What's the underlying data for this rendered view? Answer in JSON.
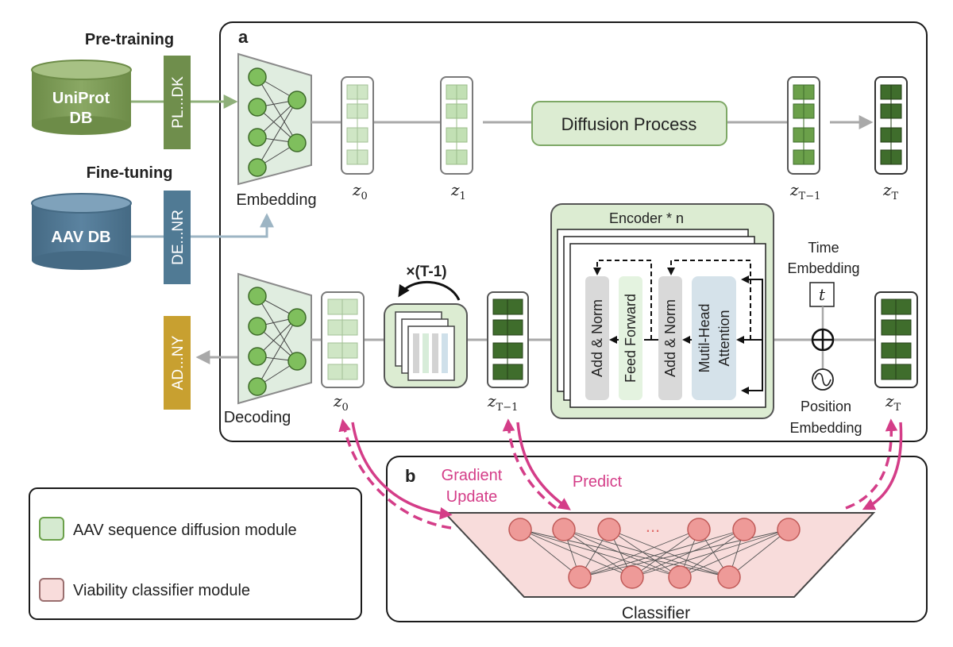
{
  "panel_a_label": "a",
  "panel_b_label": "b",
  "pretraining_label": "Pre-training",
  "finetuning_label": "Fine-tuning",
  "uniprot_db": {
    "line1": "UniProt",
    "line2": "DB"
  },
  "aav_db": "AAV DB",
  "seq_pretrain": "PL...DK",
  "seq_finetune": "DE...NR",
  "seq_output": "AD...NY",
  "embedding_label": "Embedding",
  "decoding_label": "Decoding",
  "diffusion_process_label": "Diffusion Process",
  "latents_top": {
    "z0": "z",
    "z0_sub": "0",
    "z1": "z",
    "z1_sub": "1",
    "zT1": "z",
    "zT1_sub": "T−1",
    "zT": "z",
    "zT_sub": "T"
  },
  "latents_bottom": {
    "z0": "z",
    "z0_sub": "0",
    "zT1": "z",
    "zT1_sub": "T−1",
    "zT": "z",
    "zT_sub": "T"
  },
  "loop_label": "×(T-1)",
  "encoder": {
    "title": "Encoder * n",
    "add_norm_1": "Add & Norm",
    "feed_forward": "Feed Forward",
    "add_norm_2": "Add & Norm",
    "attention_line1": "Mutil-Head",
    "attention_line2": "Attention"
  },
  "time_embedding": {
    "line1": "Time",
    "line2": "Embedding",
    "symbol": "t"
  },
  "position_embedding": {
    "line1": "Position",
    "line2": "Embedding"
  },
  "gradient_update": {
    "line1": "Gradient",
    "line2": "Update"
  },
  "predict_label": "Predict",
  "classifier_label": "Classifier",
  "classifier_ellipsis": "...",
  "legend": {
    "item1": "AAV sequence diffusion module",
    "item2": "Viability classifier module"
  },
  "colors": {
    "green_db": "#7a9a55",
    "blue_db": "#4f7590",
    "seq_green": "#6f8e4c",
    "seq_blue": "#507a94",
    "seq_gold": "#c8a030",
    "light_green": "#cfe6c5",
    "mid_green": "#6ba04a",
    "dark_green": "#3f6d2c",
    "pink": "#d43d88",
    "pink_fill": "#f8dcdb",
    "node_green": "#7fbf5d",
    "node_pink": "#ee9a98"
  }
}
